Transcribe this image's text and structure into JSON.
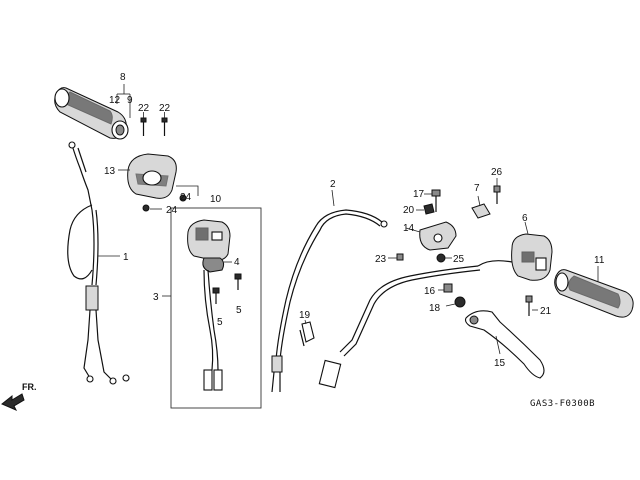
{
  "labels": {
    "p1": "1",
    "p2": "2",
    "p3": "3",
    "p4": "4",
    "p5a": "5",
    "p5b": "5",
    "p6": "6",
    "p7": "7",
    "p8": "8",
    "p9": "9",
    "p10": "10",
    "p11": "11",
    "p12": "12",
    "p13": "13",
    "p14": "14",
    "p15": "15",
    "p16": "16",
    "p17": "17",
    "p18": "18",
    "p19": "19",
    "p20": "20",
    "p21": "21",
    "p22a": "22",
    "p22b": "22",
    "p23": "23",
    "p24a": "24",
    "p24b": "24",
    "p25": "25",
    "p26": "26"
  },
  "direction_label": "FR.",
  "diagram_code": "GAS3-F0300B"
}
